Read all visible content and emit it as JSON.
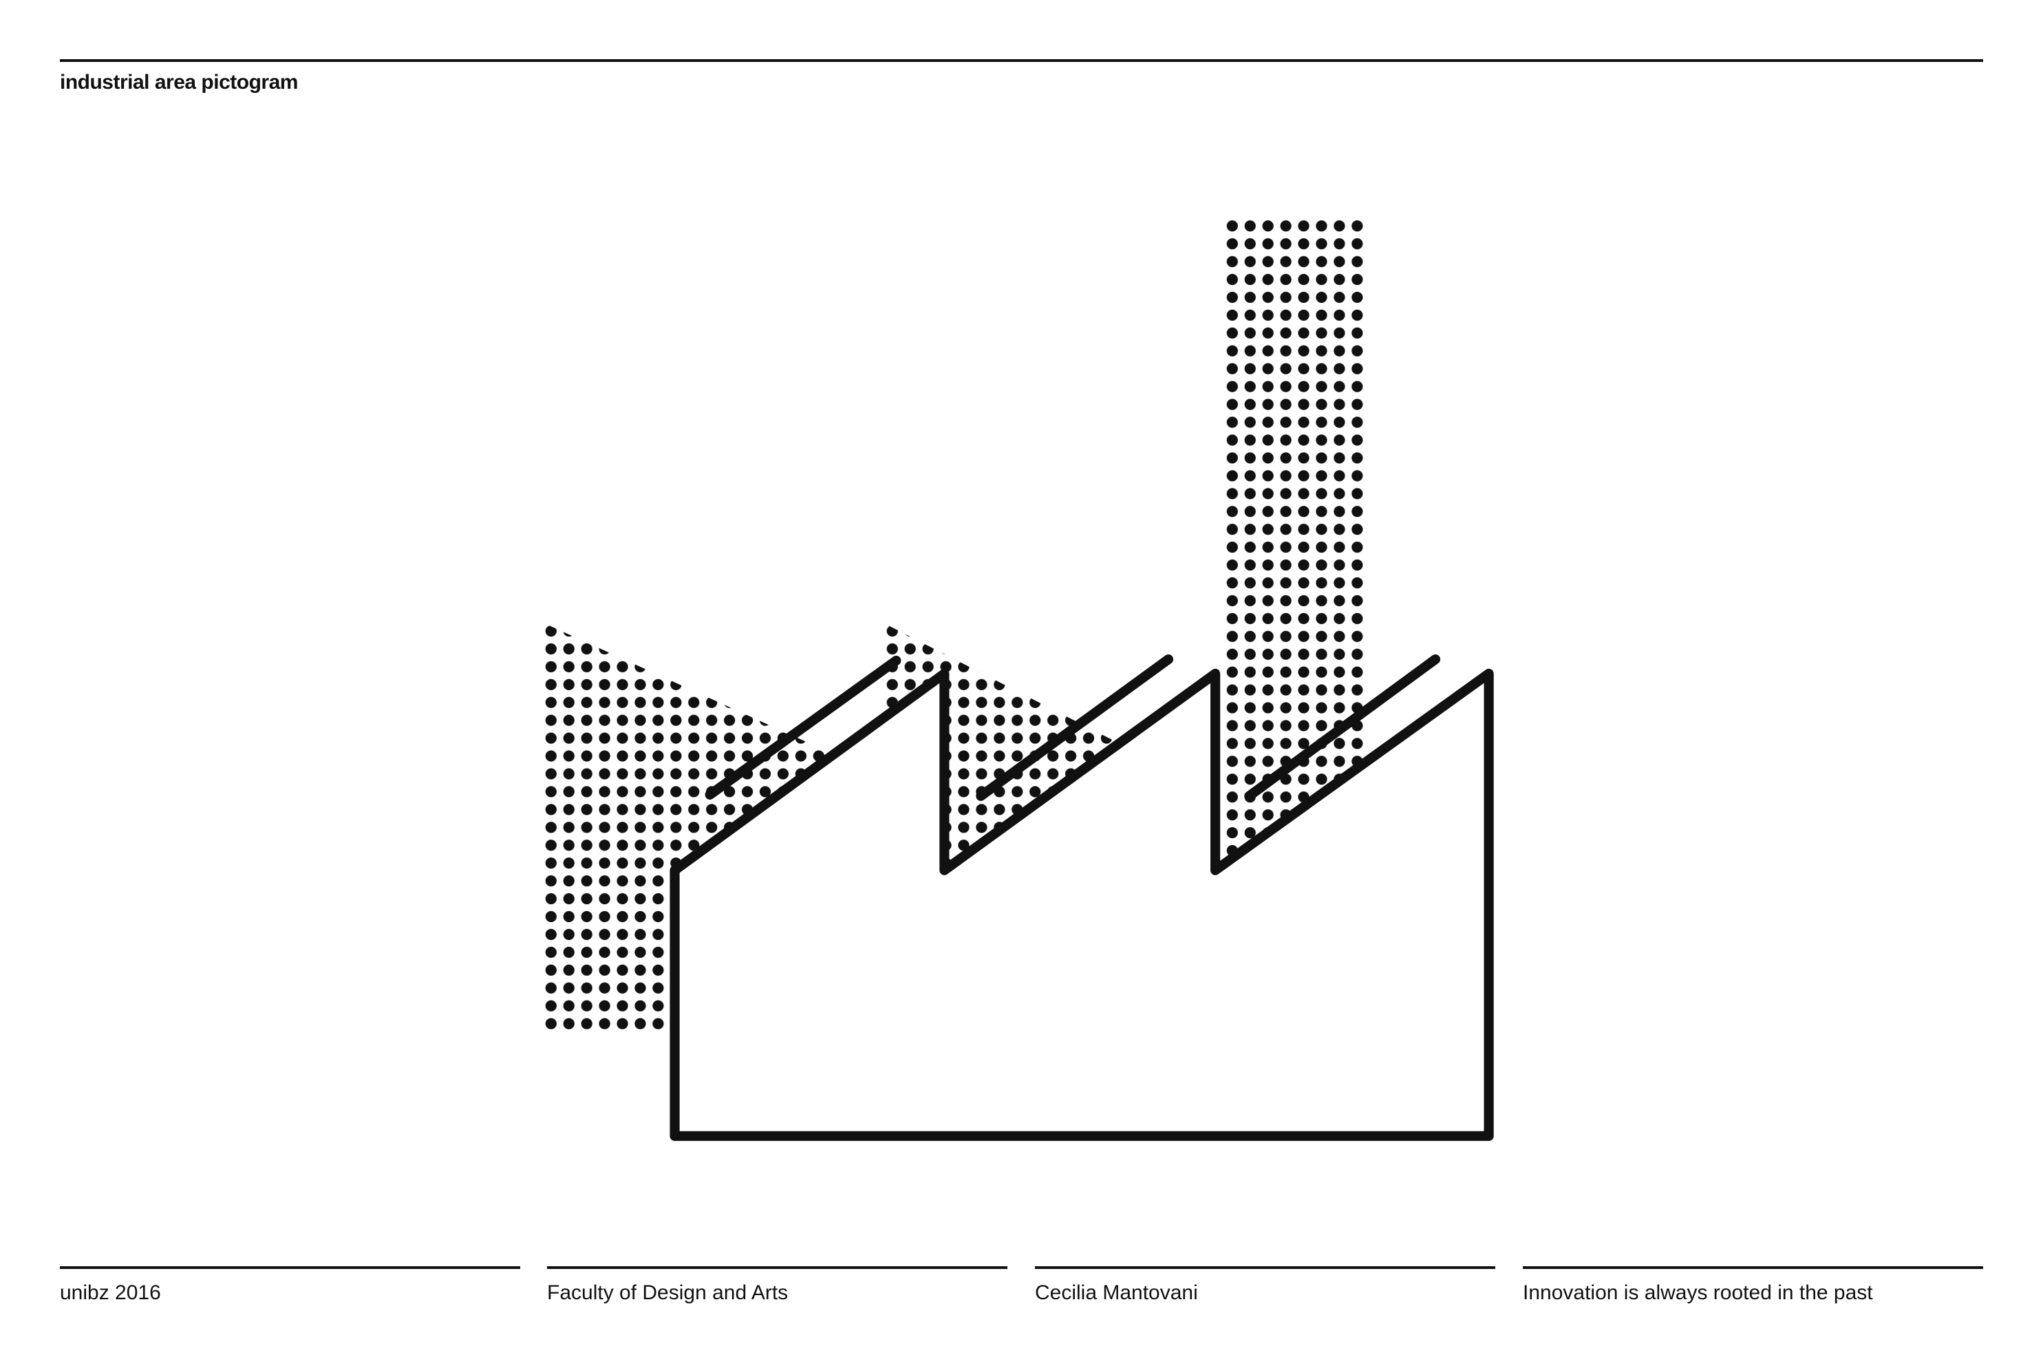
{
  "header": {
    "title": "industrial area pictogram"
  },
  "footer": {
    "items": [
      "unibz 2016",
      "Faculty of Design and Arts",
      "Cecilia Mantovani",
      "Innovation is always rooted in the past"
    ]
  },
  "colors": {
    "ink": "#111111",
    "background": "#ffffff"
  }
}
